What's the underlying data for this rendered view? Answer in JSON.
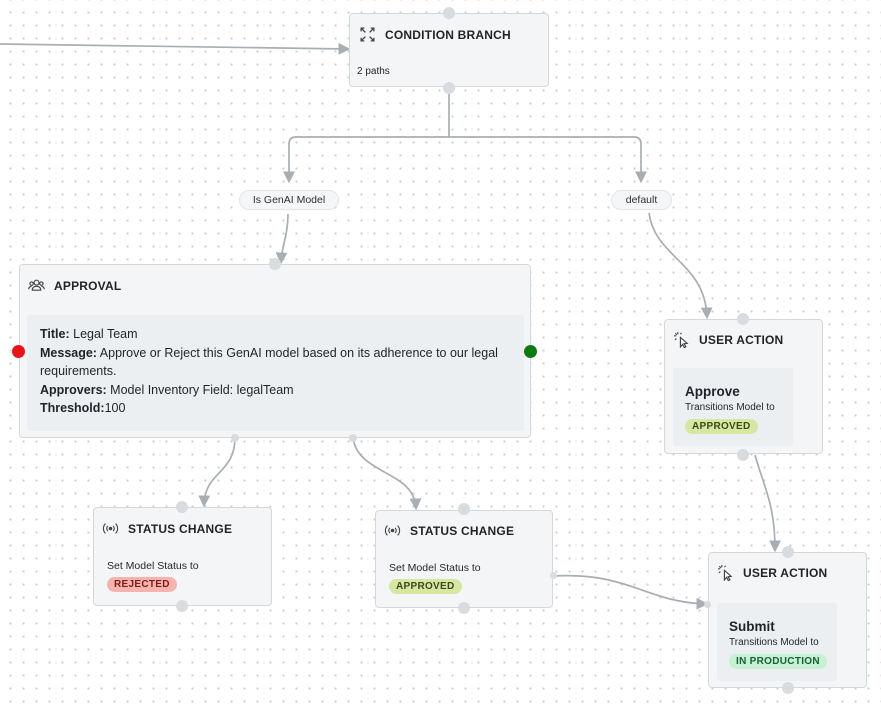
{
  "colors": {
    "edge": "#a8aeb3",
    "reject_handle": "#e8141c",
    "approve_handle": "#0e7a12"
  },
  "condition_branch": {
    "title": "CONDITION BRANCH",
    "subtitle": "2 paths",
    "icon": "expand-arrows-icon"
  },
  "branch_labels": {
    "genai": "Is GenAI Model",
    "default": "default"
  },
  "approval": {
    "title": "APPROVAL",
    "icon": "users-icon",
    "title_label": "Title:",
    "title_value": "Legal Team",
    "message_label": "Message:",
    "message_value": "Approve or Reject this GenAI model based on its adherence to our legal requirements.",
    "approvers_label": "Approvers:",
    "approvers_value": "Model Inventory Field: legalTeam",
    "threshold_label": "Threshold:",
    "threshold_value": "100"
  },
  "status_rejected": {
    "title": "STATUS CHANGE",
    "icon": "broadcast-icon",
    "text": "Set Model Status to",
    "badge": "REJECTED"
  },
  "status_approved": {
    "title": "STATUS CHANGE",
    "icon": "broadcast-icon",
    "text": "Set Model Status to",
    "badge": "APPROVED"
  },
  "user_action_approve": {
    "title": "USER ACTION",
    "icon": "click-pointer-icon",
    "action": "Approve",
    "text": "Transitions Model to",
    "badge": "APPROVED"
  },
  "user_action_submit": {
    "title": "USER ACTION",
    "icon": "click-pointer-icon",
    "action": "Submit",
    "text": "Transitions Model to",
    "badge": "IN PRODUCTION"
  }
}
